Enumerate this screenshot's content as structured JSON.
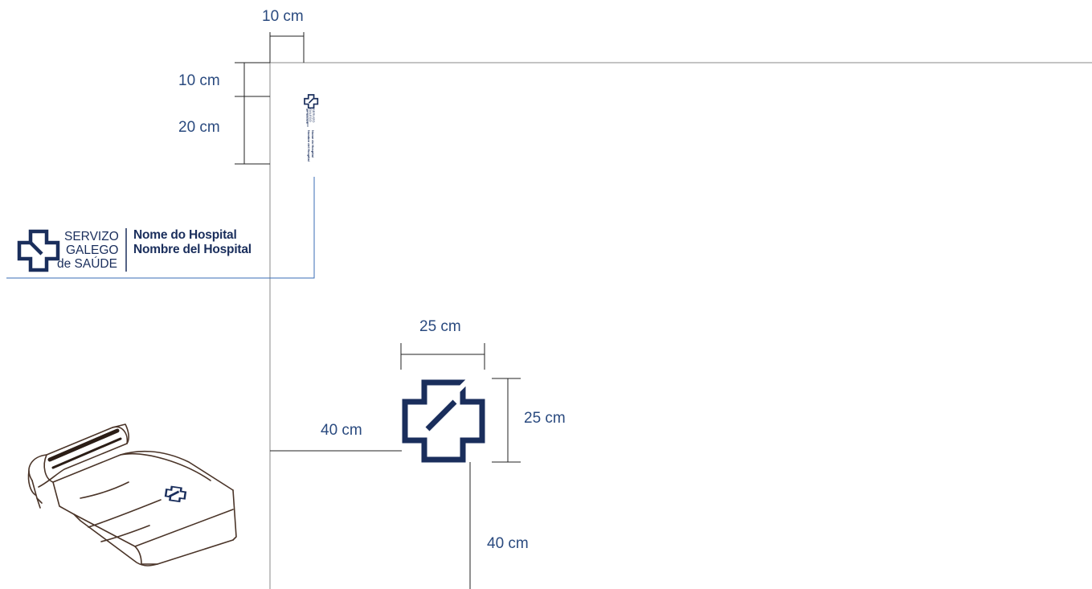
{
  "dimensions": {
    "top_margin_width": "10 cm",
    "top_margin_height": "10 cm",
    "label_height": "20 cm",
    "cross_width": "25 cm",
    "cross_height": "25 cm",
    "cross_left_offset": "40 cm",
    "cross_bottom_offset": "40 cm"
  },
  "logo": {
    "line1": "SERVIZO",
    "line2": "GALEGO",
    "line3": "de SAÚDE",
    "hospital_gl": "Nome do Hospital",
    "hospital_es": "Nombre del Hospital"
  },
  "colors": {
    "brand_navy": "#1a2e5c",
    "dimension_text": "#2a4a7f",
    "accent_blue_line": "#3a6db5",
    "sketch_brown": "#4a3428"
  }
}
